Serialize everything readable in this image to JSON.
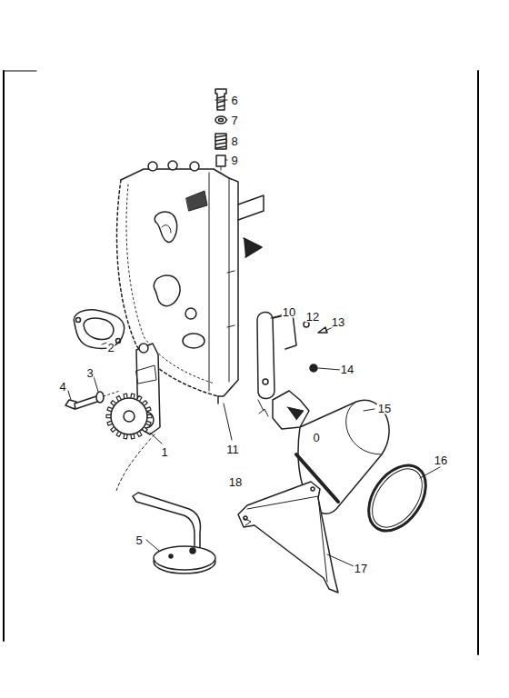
{
  "diagram": {
    "labels": [
      "6",
      "7",
      "8",
      "9",
      "10",
      "12",
      "13",
      "2",
      "14",
      "3",
      "4",
      "15",
      "0",
      "1",
      "11",
      "16",
      "18",
      "5",
      "17"
    ]
  }
}
